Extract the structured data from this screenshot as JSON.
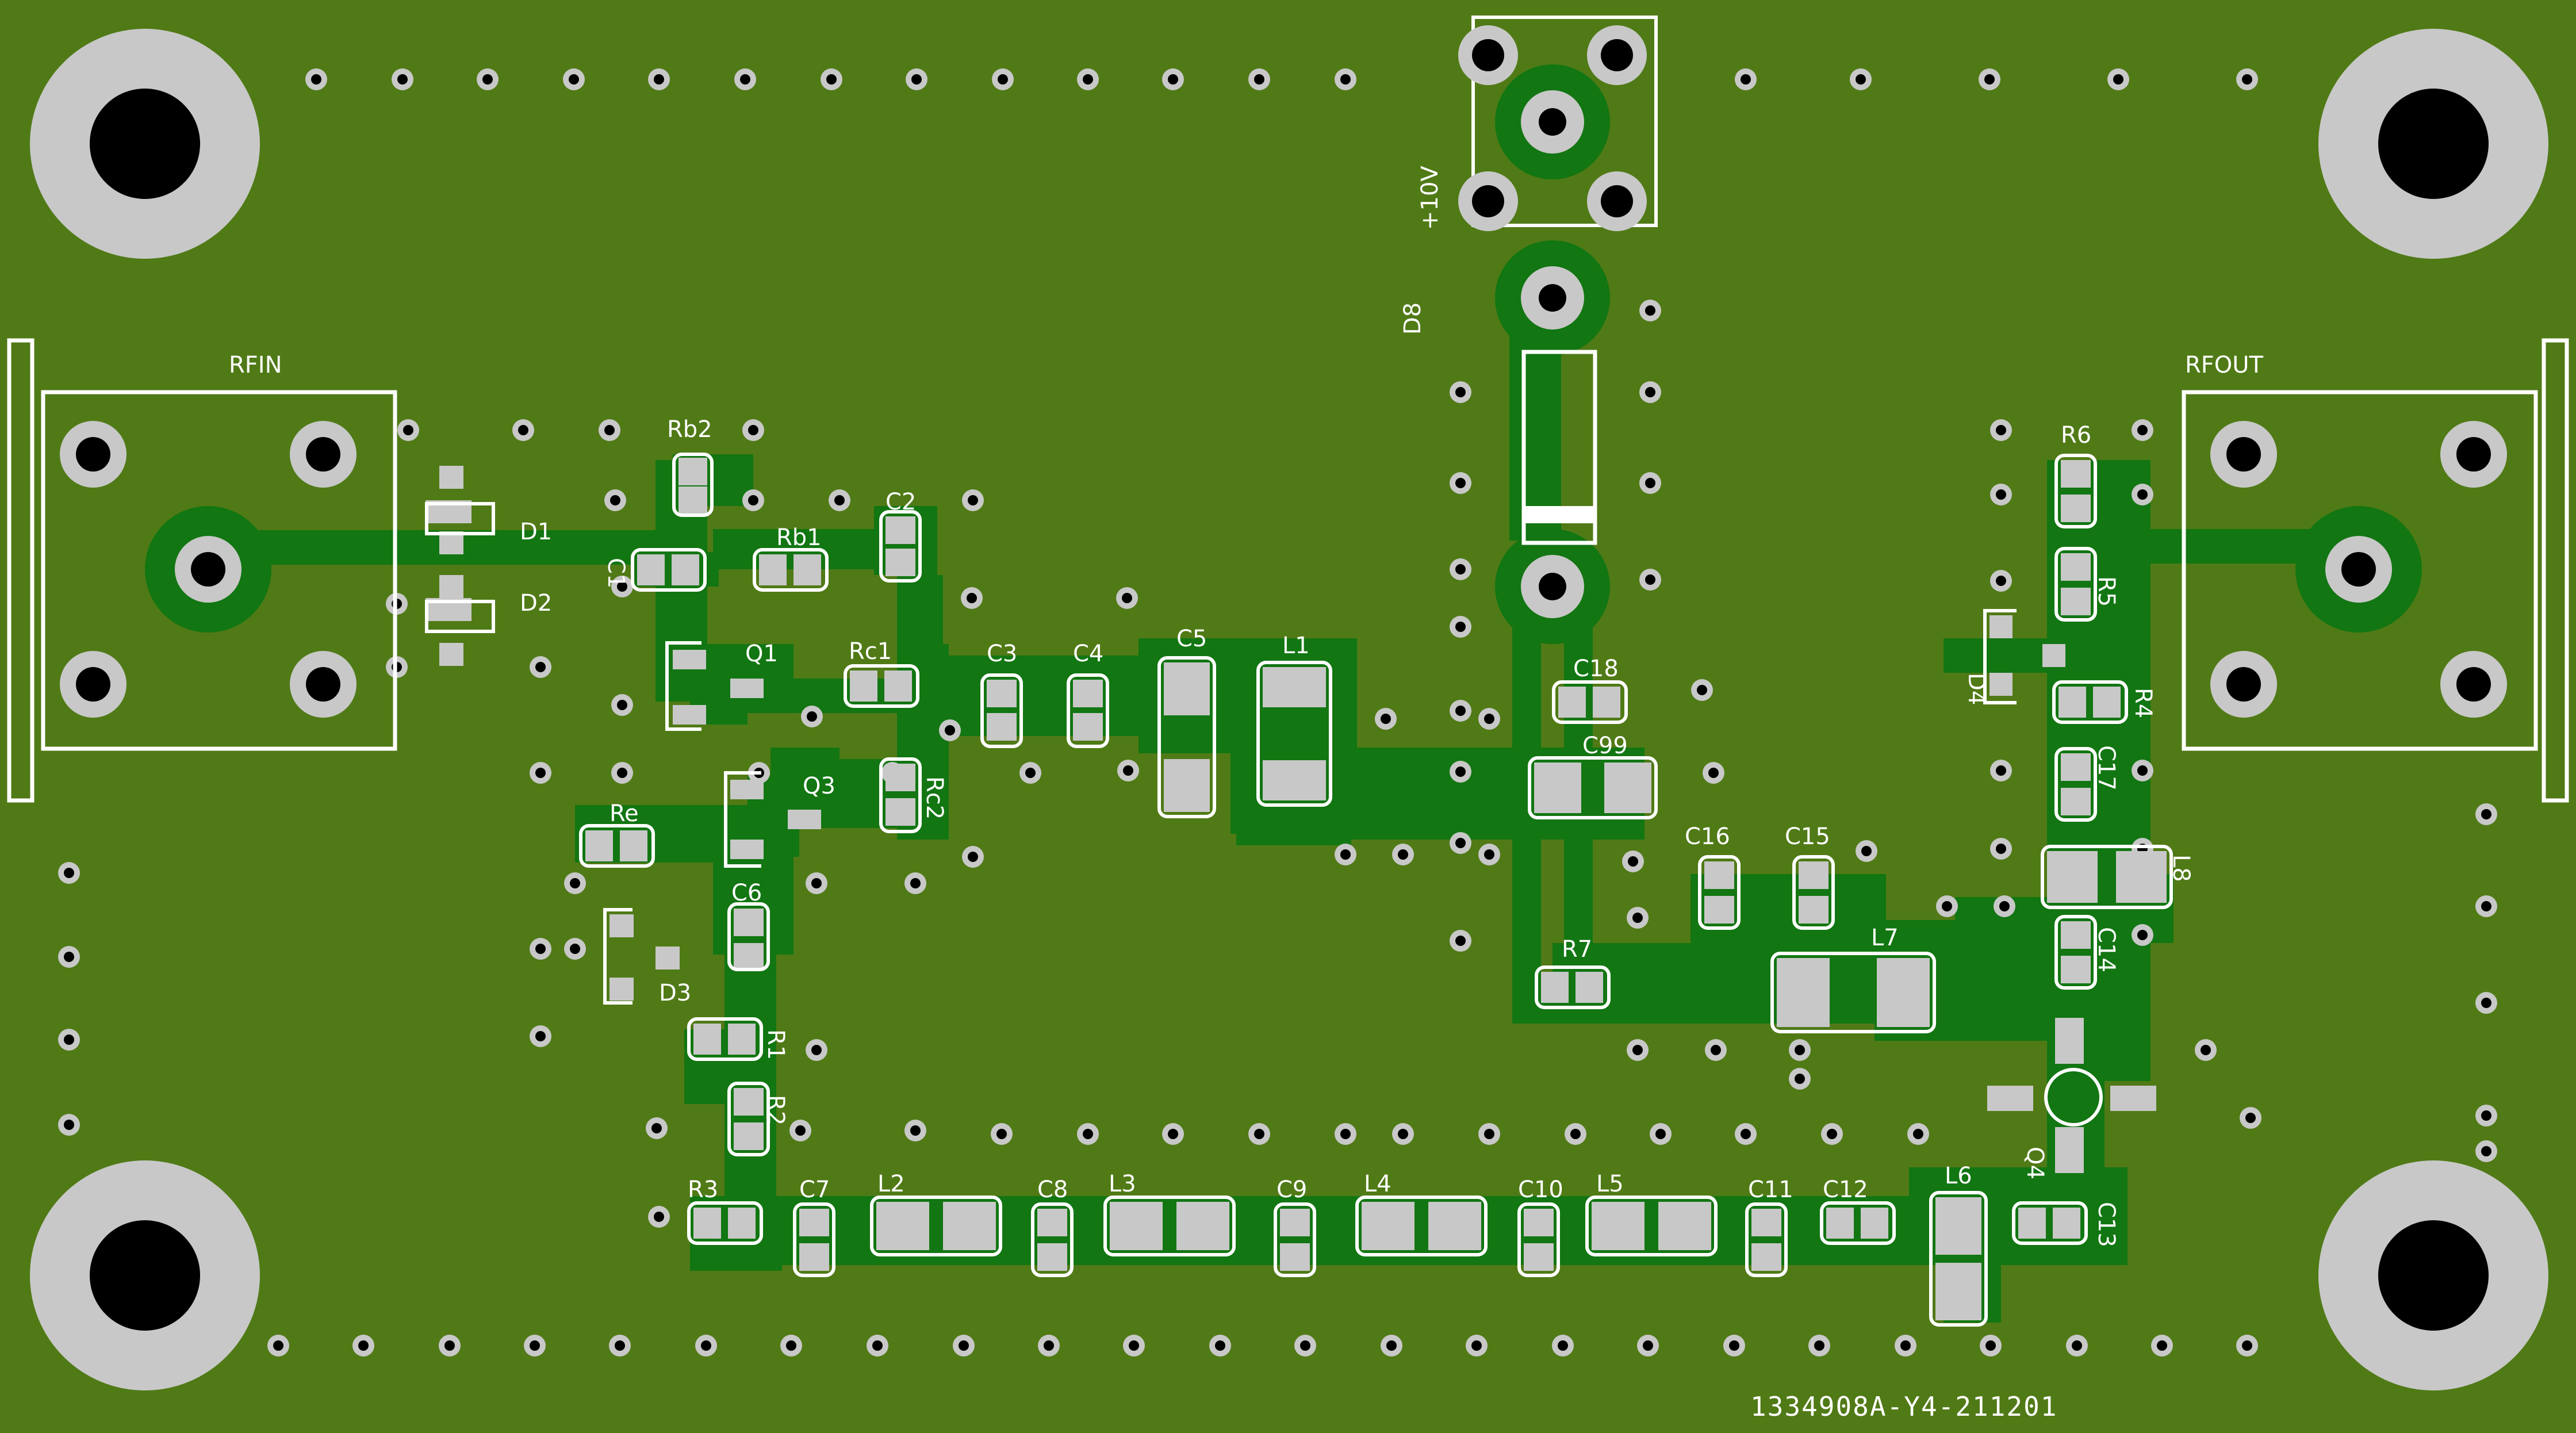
{
  "colors": {
    "board": "#507a16",
    "copper": "#127612",
    "pad": "#c8c8c8",
    "silk": "#ffffff",
    "hole": "#000000",
    "mount_ring": "#c8c8c8"
  },
  "connectors": {
    "rf_in": "RFIN",
    "rf_out": "RFOUT",
    "power": "+10V"
  },
  "board_id": "1334908A-Y4-211201",
  "designators": {
    "D1": "D1",
    "D2": "D2",
    "D3": "D3",
    "D4": "D4",
    "D8": "D8",
    "Rb1": "Rb1",
    "Rb2": "Rb2",
    "C1": "C1",
    "C2": "C2",
    "C3": "C3",
    "C4": "C4",
    "C5": "C5",
    "Q1": "Q1",
    "Q3": "Q3",
    "Q4": "Q4",
    "Rc1": "Rc1",
    "Rc2": "Rc2",
    "Re": "Re",
    "C6": "C6",
    "R1": "R1",
    "R2": "R2",
    "R3": "R3",
    "C7": "C7",
    "C8": "C8",
    "C9": "C9",
    "C10": "C10",
    "C11": "C11",
    "C12": "C12",
    "C13": "C13",
    "C14": "C14",
    "C15": "C15",
    "C16": "C16",
    "C17": "C17",
    "C18": "C18",
    "C99": "C99",
    "L1": "L1",
    "L2": "L2",
    "L3": "L3",
    "L4": "L4",
    "L5": "L5",
    "L6": "L6",
    "L7": "L7",
    "L8": "L8",
    "R4": "R4",
    "R5": "R5",
    "R6": "R6",
    "R7": "R7"
  }
}
